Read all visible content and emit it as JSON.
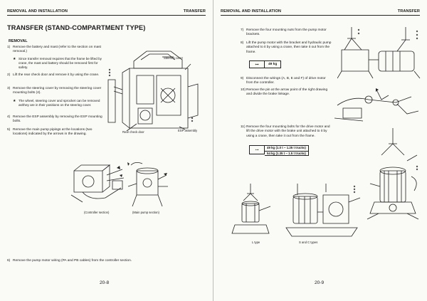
{
  "left_page": {
    "header_left": "REMOVAL AND INSTALLATION",
    "header_right": "TRANSFER",
    "title": "TRANSFER (STAND-COMPARTMENT TYPE)",
    "section": "REMOVAL",
    "steps": [
      {
        "num": "1)",
        "text": "Remove the battery and mast (refer to the section on mast removal.)"
      },
      {
        "num": "2)",
        "text": "Lift the rear check door and remove it by using the crane."
      },
      {
        "num": "3)",
        "text": "Remove the steering cover by removing the steering cover mounting bolts (4)."
      },
      {
        "num": "4)",
        "text": "Remove the ESP assembly by removing the ESP mounting bolts."
      },
      {
        "num": "5)",
        "text": "Remove the main pump pipings at the locations (two locations) indicated by the arrows in the drawing."
      },
      {
        "num": "6)",
        "text": "Remove the pump motor wiring (PA and PB cables) from the controller section."
      }
    ],
    "notes": [
      {
        "symbol": "★",
        "text": "Since transfer removal requires that the frame be lifted by crane, the mast and battery should be removed first for safety."
      },
      {
        "symbol": "★",
        "text": "The wheel, steering cover and sprocket can be removed as/they are in their positions on the steering cover."
      }
    ],
    "figure_labels": {
      "steering_cover": "Steering cover",
      "rear_check_door": "Rear check door",
      "esp_assembly": "ESP assembly",
      "controller_section": "(Controller section)",
      "main_pump_section": "(Main pump section)"
    },
    "page_number": "20-8"
  },
  "right_page": {
    "header_left": "REMOVAL AND INSTALLATION",
    "header_right": "TRANSFER",
    "steps": [
      {
        "num": "7)",
        "text": "Remove the four mounting nuts from the pump motor brackets."
      },
      {
        "num": "8)",
        "text": "Lift the pump motor with the bracket and hydraulic pump attached to it by using a crane, then take it out from the frame."
      },
      {
        "num": "9)",
        "text": "Disconnect the wirings (A, B, E and F) of drive motor from the controller."
      },
      {
        "num": "10)",
        "text": "Remove the pin at the arrow point of the right drawing and divide the brake linkage."
      },
      {
        "num": "11)",
        "text": "Remove the four mounting bolts for the drive motor and lift the drive motor with the brake unit attached to it by using a crane, then take it out from the frame."
      }
    ],
    "weight_single": "49 kg",
    "weight_rows": [
      "49 kg (1.0 t ~ 1.25 t trucks)",
      "54 kg (1.35 t ~ 1.5 t trucks)"
    ],
    "figure_labels": {
      "l_type": "L type",
      "s_and_c_types": "S and C types"
    },
    "page_number": "20-9"
  },
  "colors": {
    "paper": "#fafaf7",
    "ink": "#1a1a1a",
    "spine": "#bdbdbd"
  },
  "icons": [
    "crane-icon",
    "arrow-icon"
  ]
}
